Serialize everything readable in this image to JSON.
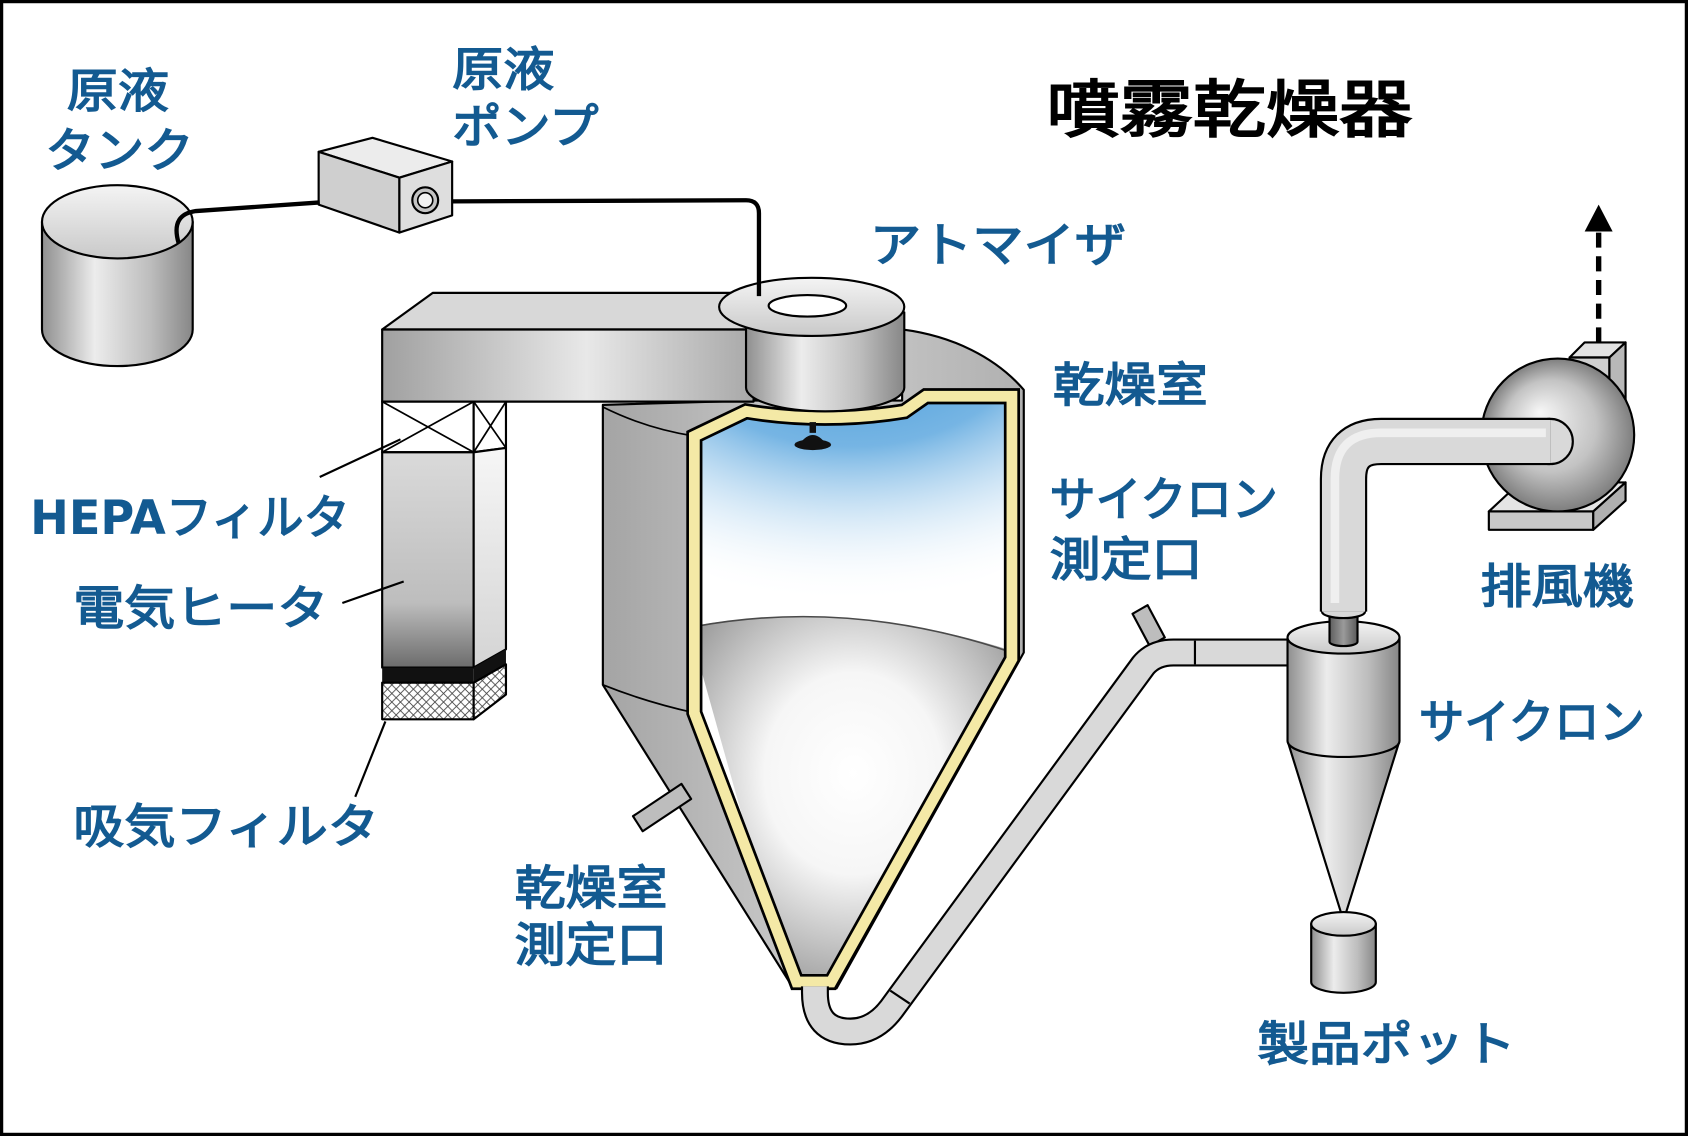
{
  "title": "噴霧乾燥器",
  "labels": {
    "stock_tank": [
      "原液",
      "タンク"
    ],
    "stock_pump": [
      "原液",
      "ポンプ"
    ],
    "atomizer": "アトマイザ",
    "drying_chamber": "乾燥室",
    "cyclone_port": [
      "サイクロン",
      "測定口"
    ],
    "hepa_filter": "HEPAフィルタ",
    "electric_heater": "電気ヒータ",
    "intake_filter": "吸気フィルタ",
    "chamber_port": [
      "乾燥室",
      "測定口"
    ],
    "cyclone": "サイクロン",
    "exhaust_fan": "排風機",
    "product_pot": "製品ポット"
  },
  "colors": {
    "label": "#135a91",
    "title": "#000000",
    "chamber_lining": "#f4e9a6",
    "spray": "#3b95d8"
  }
}
